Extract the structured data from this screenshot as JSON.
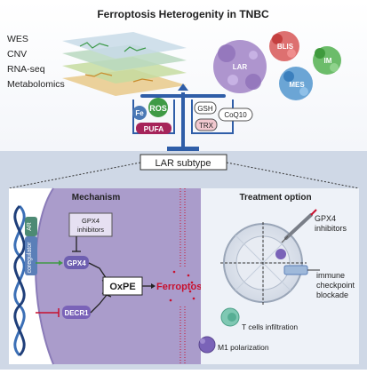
{
  "title": "Ferroptosis Heterogenity in  TNBC",
  "omics_layers": [
    "WES",
    "CNV",
    "RNA-seq",
    "Metabolomics"
  ],
  "subtypes": [
    "BLIS",
    "IM",
    "LAR",
    "MES"
  ],
  "scale_left": [
    "ROS",
    "Fe",
    "PUFA"
  ],
  "scale_right": [
    "GSH",
    "CoQ10",
    "TRX"
  ],
  "focus_subtype": "LAR subtype",
  "mechanism": {
    "heading": "Mechanism",
    "ar_label": "AR",
    "coregulator_label": "coregulator",
    "gpx4_inhibitor_label": [
      "GPX4",
      "inhibitors"
    ],
    "gpx4": "GPX4",
    "decr1": "DECR1",
    "oxpe": "OxPE",
    "ferroptosis": "Ferroptosis"
  },
  "treatment": {
    "heading": "Treatment option",
    "gpx4_inhibitors": [
      "GPX4",
      "inhibitors"
    ],
    "checkpoint": [
      "immune",
      "checkpoint",
      "blockade"
    ],
    "t_cells": "T cells infiltration",
    "m1": "M1 polarization"
  },
  "colors": {
    "bottom_bg": "#cfd8e6",
    "mechanism_bg": "#aa9ccb",
    "nucleus": "#ffffff",
    "ros": "#3f9a45",
    "fe": "#4a78b5",
    "pufa": "#a6245a",
    "ferroptosis_red": "#c8102e",
    "gpx4_box": "#6e5fb0",
    "decr1_box": "#7a63b8"
  }
}
